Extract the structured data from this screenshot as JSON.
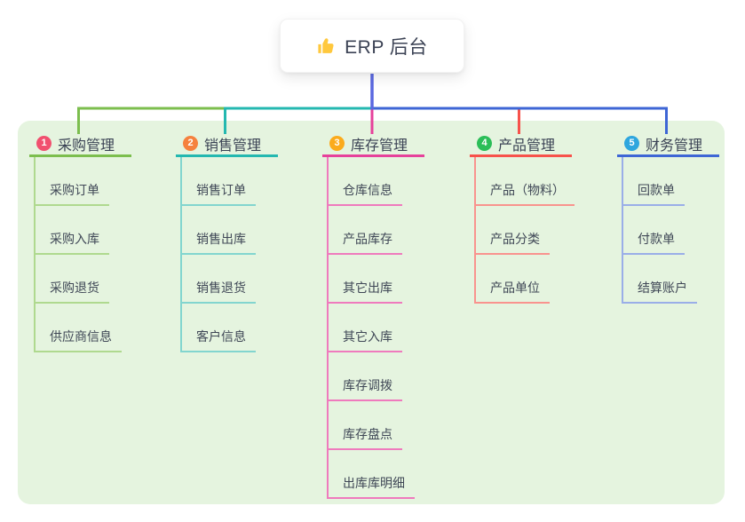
{
  "root": {
    "title": "ERP 后台",
    "icon": "thumbs-up-icon",
    "icon_color": "#FFC83D",
    "trunk_line_color": "#5A68E0"
  },
  "panel": {
    "background": "#E5F4DF"
  },
  "branches": [
    {
      "number": "1",
      "label": "采购管理",
      "badge_color": "#F1506F",
      "line_color": "#7CBE4E",
      "child_line_color": "#AFD98F",
      "children": [
        "采购订单",
        "采购入库",
        "采购退货",
        "供应商信息"
      ]
    },
    {
      "number": "2",
      "label": "销售管理",
      "badge_color": "#F5813E",
      "line_color": "#24B8B0",
      "child_line_color": "#82D5CF",
      "children": [
        "销售订单",
        "销售出库",
        "销售退货",
        "客户信息"
      ]
    },
    {
      "number": "3",
      "label": "库存管理",
      "badge_color": "#FBAB1C",
      "line_color": "#E6419B",
      "child_line_color": "#EF7ABD",
      "children": [
        "仓库信息",
        "产品库存",
        "其它出库",
        "其它入库",
        "库存调拨",
        "库存盘点",
        "出库库明细"
      ]
    },
    {
      "number": "4",
      "label": "产品管理",
      "badge_color": "#2BBE58",
      "line_color": "#F7524B",
      "child_line_color": "#F9938E",
      "children": [
        "产品（物料）",
        "产品分类",
        "产品单位"
      ]
    },
    {
      "number": "5",
      "label": "财务管理",
      "badge_color": "#2EA6DE",
      "line_color": "#3E66D5",
      "child_line_color": "#9AAEE8",
      "children": [
        "回款单",
        "付款单",
        "结算账户"
      ]
    }
  ]
}
